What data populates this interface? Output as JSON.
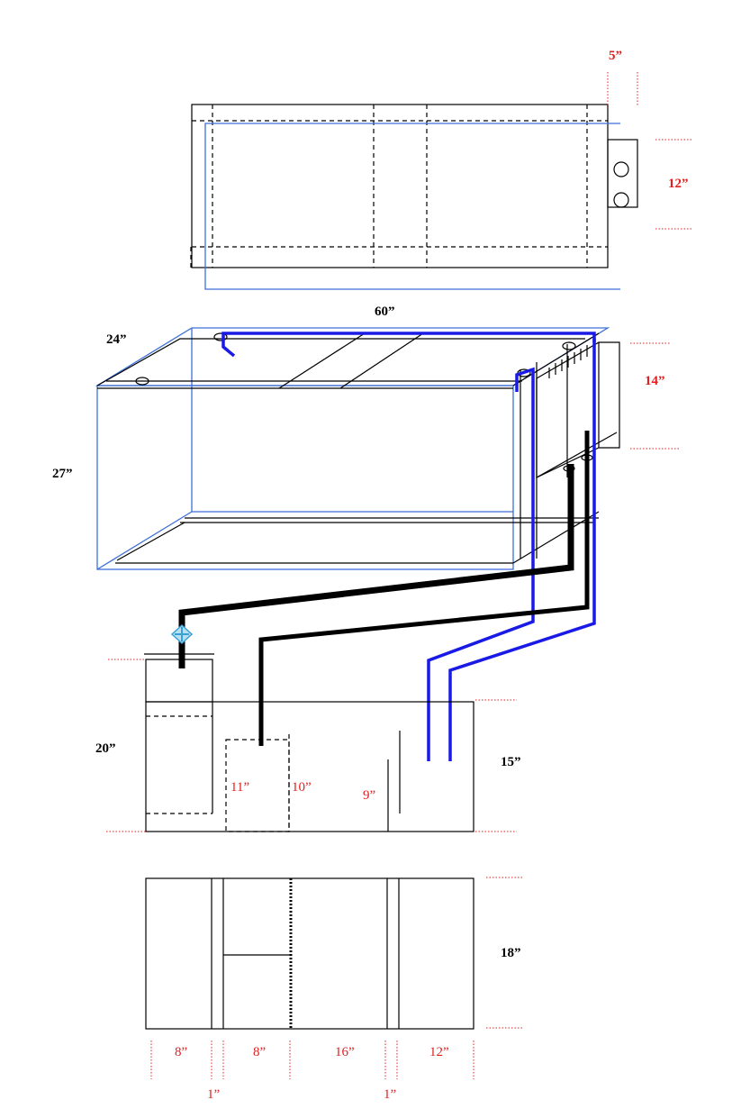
{
  "diagram": {
    "colors": {
      "outline": "#000000",
      "tank_outline": "#3d6fd8",
      "return_pipe": "#1a1ae6",
      "drain_pipe": "#000000",
      "dimension": "#e02020",
      "valve": "#3aa0d8"
    },
    "top_view": {
      "overflow_width": "5”",
      "overflow_depth": "12”"
    },
    "display_tank": {
      "length": "60”",
      "width": "24”",
      "height": "27”",
      "overflow_height": "14”"
    },
    "sump_side": {
      "height": "20”",
      "water_level": "15”",
      "chamber_height_a": "11”",
      "chamber_height_b": "10”",
      "baffle_height": "9”"
    },
    "sump_top": {
      "depth": "18”",
      "sections": [
        "8”",
        "8”",
        "16”",
        "12”"
      ],
      "gaps": [
        "1”",
        "1”"
      ]
    }
  }
}
